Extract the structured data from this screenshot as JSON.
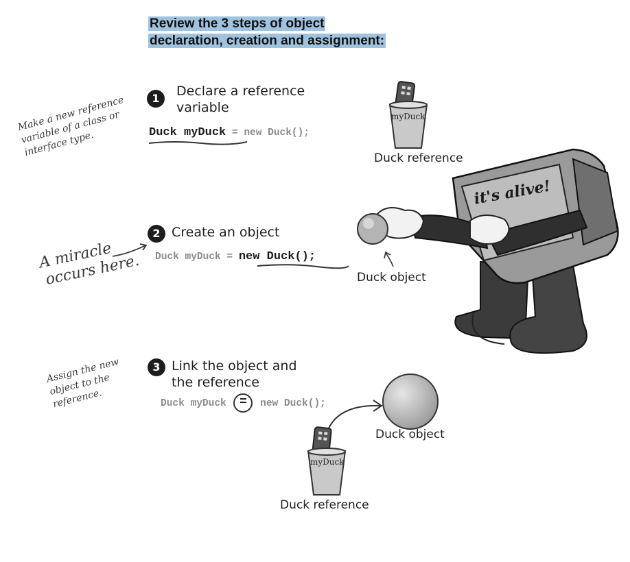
{
  "title": {
    "line1": "Review the 3 steps of object",
    "line2": "declaration, creation and assignment:"
  },
  "step1": {
    "number": "1",
    "heading_line1": "Declare a reference",
    "heading_line2": "variable",
    "code_declared": "Duck myDuck",
    "code_rest": "= new Duck();",
    "side_note": [
      "Make a new reference",
      "variable of a class or",
      "interface type."
    ],
    "reference_label": "Duck reference",
    "remote_text": "myDuck"
  },
  "step2": {
    "number": "2",
    "heading": "Create an object",
    "code_prefix": "Duck myDuck =",
    "code_created": "new Duck();",
    "side_note": [
      "A miracle",
      "occurs here."
    ],
    "object_label": "Duck object",
    "monitor_text": "it's alive!"
  },
  "step3": {
    "number": "3",
    "heading_line1": "Link the object and",
    "heading_line2": "the reference",
    "code_prefix": "Duck myDuck",
    "code_equals": "=",
    "code_rest": "new Duck();",
    "side_note": [
      "Assign the new",
      "object to the",
      "reference."
    ],
    "object_label": "Duck object",
    "reference_label": "Duck reference",
    "remote_text": "myDuck"
  },
  "colors": {
    "title_highlight": "#9fc3de",
    "badge": "#1d1d1d",
    "code_dim": "#8a8a8a"
  }
}
